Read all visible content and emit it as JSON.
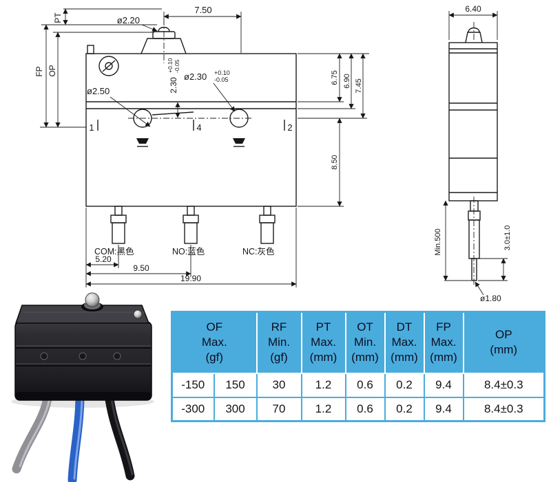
{
  "front_view": {
    "pt_label": "PT",
    "fp_label": "FP",
    "op_label": "OP",
    "plunger_dia": "ø2.20",
    "top_width": "7.50",
    "hole_right_dia": "ø2.30",
    "hole_right_tol_plus": "+0.10",
    "hole_right_tol_minus": "-0.05",
    "hole_offset": "2.30",
    "hole_offset_tol_plus": "+0.10",
    "hole_offset_tol_minus": "-0.05",
    "hole_left_dia": "ø2.50",
    "dim_to_line1": "6.75",
    "dim_to_line2": "6.90",
    "dim_to_hole_center": "7.45",
    "dim_lower_height": "8.50",
    "terminal_1": "1",
    "terminal_4": "4",
    "terminal_2": "2",
    "wire_com_label": "COM:黑色",
    "wire_no_label": "NO:蓝色",
    "wire_nc_label": "NC:灰色",
    "dim_lead1": "5.20",
    "dim_lead2": "9.50",
    "dim_overall_width": "19.90"
  },
  "side_view": {
    "body_width": "6.40",
    "wire_min_length": "Min.500",
    "strip_length": "3.0±1.0",
    "wire_dia": "ø1.80"
  },
  "photo": {
    "com_wire_color": "#141416",
    "no_wire_color": "#2a62c6",
    "nc_wire_color": "#909095"
  },
  "spec_table": {
    "accent_color": "#4aacdc",
    "headers": [
      {
        "l1": "OF",
        "l2": "Max.",
        "l3": "(gf)"
      },
      {
        "l1": "RF",
        "l2": "Min.",
        "l3": "(gf)"
      },
      {
        "l1": "PT",
        "l2": "Max.",
        "l3": "(mm)"
      },
      {
        "l1": "OT",
        "l2": "Min.",
        "l3": "(mm)"
      },
      {
        "l1": "DT",
        "l2": "Max.",
        "l3": "(mm)"
      },
      {
        "l1": "FP",
        "l2": "Max.",
        "l3": "(mm)"
      },
      {
        "l1": "OP",
        "l2": "(mm)",
        "l3": ""
      }
    ],
    "rows": [
      {
        "model": "-150",
        "of": "150",
        "rf": "30",
        "pt": "1.2",
        "ot": "0.6",
        "dt": "0.2",
        "fp": "9.4",
        "op": "8.4±0.3"
      },
      {
        "model": "-300",
        "of": "300",
        "rf": "70",
        "pt": "1.2",
        "ot": "0.6",
        "dt": "0.2",
        "fp": "9.4",
        "op": "8.4±0.3"
      }
    ]
  }
}
